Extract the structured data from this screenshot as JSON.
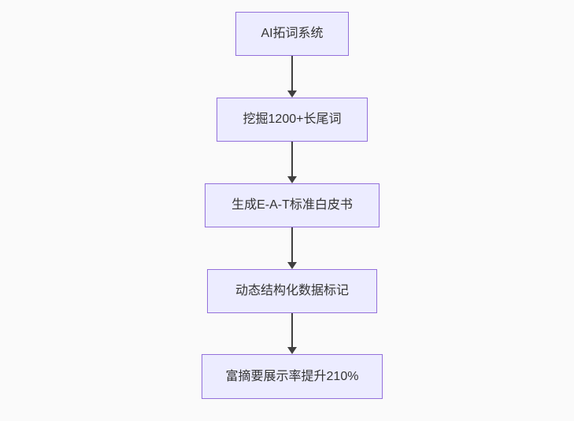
{
  "diagram": {
    "type": "flowchart",
    "direction": "top-down",
    "nodes": [
      {
        "id": "A",
        "label": "AI拓词系统"
      },
      {
        "id": "B",
        "label": "挖掘1200+长尾词"
      },
      {
        "id": "C",
        "label": "生成E-A-T标准白皮书"
      },
      {
        "id": "D",
        "label": "动态结构化数据标记"
      },
      {
        "id": "E",
        "label": "富摘要展示率提升210%"
      }
    ],
    "edges": [
      {
        "from": "A",
        "to": "B"
      },
      {
        "from": "B",
        "to": "C"
      },
      {
        "from": "C",
        "to": "D"
      },
      {
        "from": "D",
        "to": "E"
      }
    ],
    "colors": {
      "node_fill": "#ECECFF",
      "node_border": "#9370DB",
      "text": "#333333",
      "arrow": "#3f3f3f",
      "background": "#fafafa"
    }
  }
}
